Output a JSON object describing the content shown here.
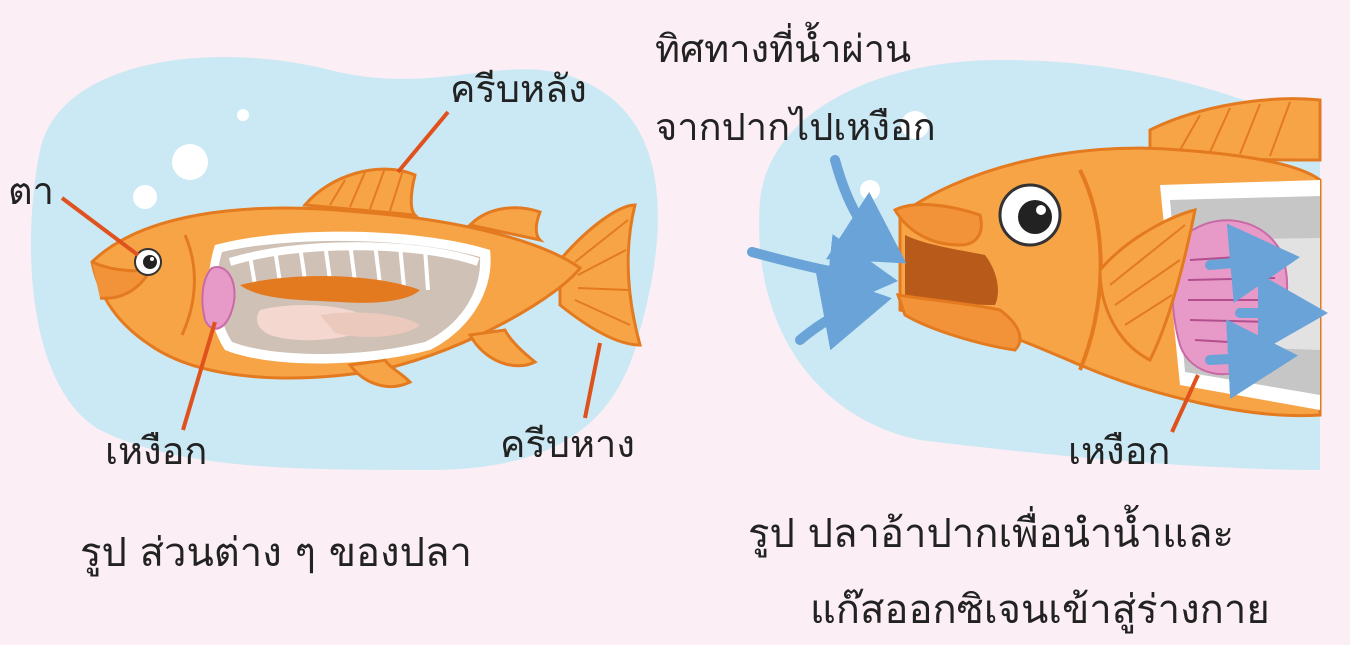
{
  "left_diagram": {
    "labels": {
      "eye": "ตา",
      "dorsal_fin": "ครีบหลัง",
      "gill": "เหงือก",
      "tail_fin": "ครีบหาง"
    },
    "caption": "รูป ส่วนต่าง ๆ ของปลา"
  },
  "right_diagram": {
    "labels": {
      "water_direction_line1": "ทิศทางที่น้ำผ่าน",
      "water_direction_line2": "จากปากไปเหงือก",
      "gill": "เหงือก"
    },
    "caption_line1": "รูป ปลาอ้าปากเพื่อนำน้ำและ",
    "caption_line2": "แก๊สออกซิเจนเข้าสู่ร่างกาย"
  },
  "colors": {
    "background": "#fbeef4",
    "water": "#cbe9f4",
    "fish_body": "#f7a447",
    "fish_dark": "#e47a1f",
    "gill": "#e79ac8",
    "arrow": "#6aa3d8",
    "pointer_line": "#e0521d"
  }
}
